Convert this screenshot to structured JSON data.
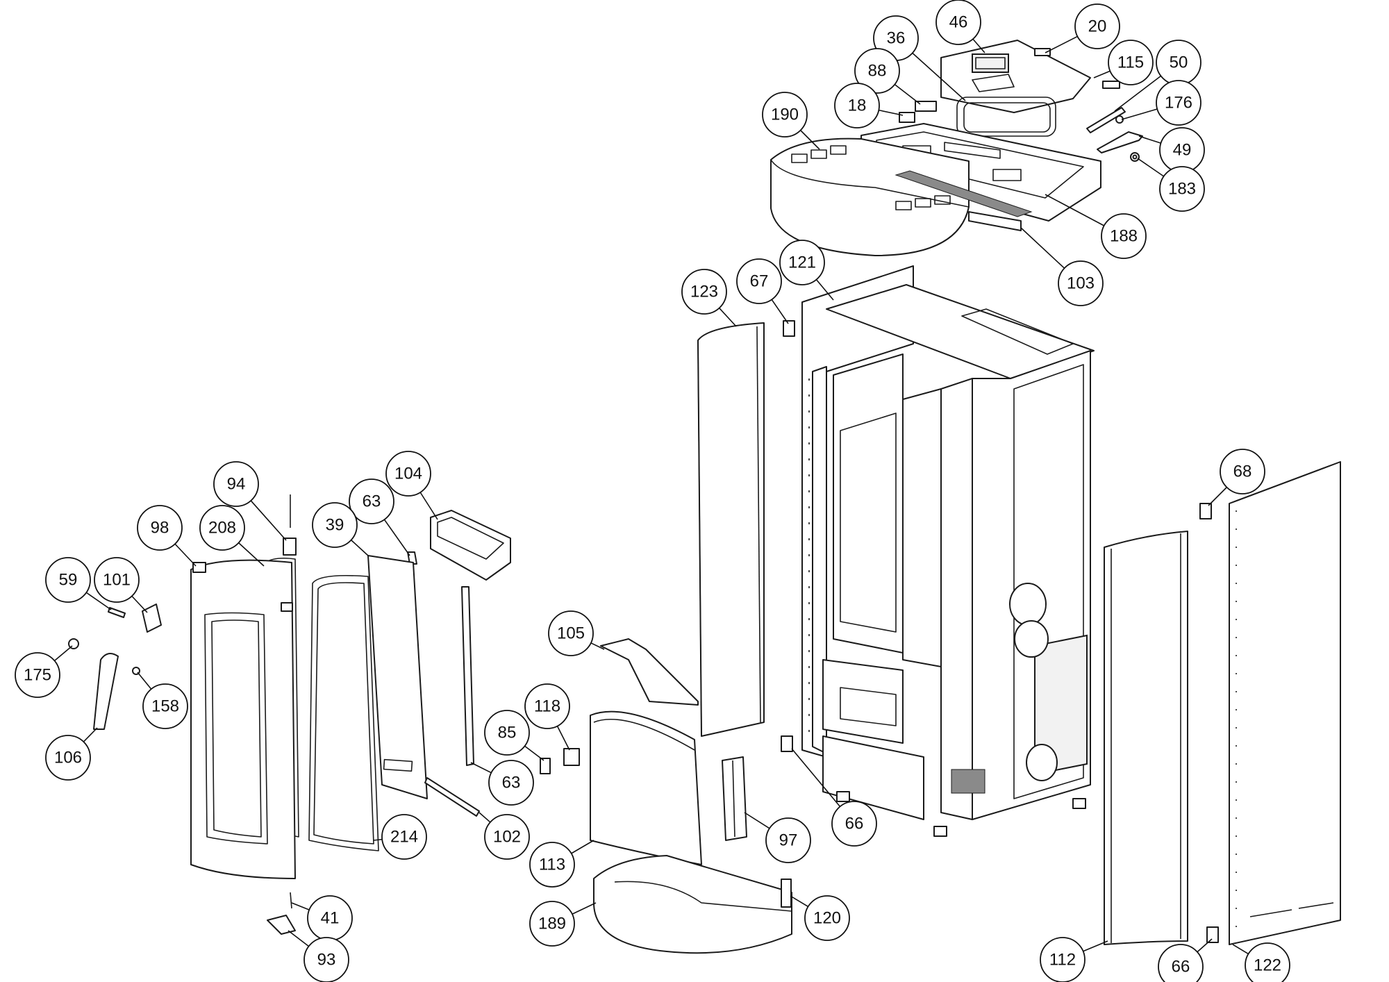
{
  "callouts": [
    {
      "id": "c-46",
      "label": "46"
    },
    {
      "id": "c-20",
      "label": "20"
    },
    {
      "id": "c-36",
      "label": "36"
    },
    {
      "id": "c-115",
      "label": "115"
    },
    {
      "id": "c-50",
      "label": "50"
    },
    {
      "id": "c-88",
      "label": "88"
    },
    {
      "id": "c-176",
      "label": "176"
    },
    {
      "id": "c-18",
      "label": "18"
    },
    {
      "id": "c-190",
      "label": "190"
    },
    {
      "id": "c-49",
      "label": "49"
    },
    {
      "id": "c-183",
      "label": "183"
    },
    {
      "id": "c-188",
      "label": "188"
    },
    {
      "id": "c-121",
      "label": "121"
    },
    {
      "id": "c-67",
      "label": "67"
    },
    {
      "id": "c-103",
      "label": "103"
    },
    {
      "id": "c-123",
      "label": "123"
    },
    {
      "id": "c-104",
      "label": "104"
    },
    {
      "id": "c-94",
      "label": "94"
    },
    {
      "id": "c-63a",
      "label": "63"
    },
    {
      "id": "c-68",
      "label": "68"
    },
    {
      "id": "c-39",
      "label": "39"
    },
    {
      "id": "c-98",
      "label": "98"
    },
    {
      "id": "c-208",
      "label": "208"
    },
    {
      "id": "c-59",
      "label": "59"
    },
    {
      "id": "c-101",
      "label": "101"
    },
    {
      "id": "c-105",
      "label": "105"
    },
    {
      "id": "c-175",
      "label": "175"
    },
    {
      "id": "c-158",
      "label": "158"
    },
    {
      "id": "c-118",
      "label": "118"
    },
    {
      "id": "c-85",
      "label": "85"
    },
    {
      "id": "c-106",
      "label": "106"
    },
    {
      "id": "c-63b",
      "label": "63"
    },
    {
      "id": "c-66a",
      "label": "66"
    },
    {
      "id": "c-214",
      "label": "214"
    },
    {
      "id": "c-102",
      "label": "102"
    },
    {
      "id": "c-97",
      "label": "97"
    },
    {
      "id": "c-113",
      "label": "113"
    },
    {
      "id": "c-41",
      "label": "41"
    },
    {
      "id": "c-120",
      "label": "120"
    },
    {
      "id": "c-189",
      "label": "189"
    },
    {
      "id": "c-93",
      "label": "93"
    },
    {
      "id": "c-112",
      "label": "112"
    },
    {
      "id": "c-66b",
      "label": "66"
    },
    {
      "id": "c-122",
      "label": "122"
    }
  ]
}
